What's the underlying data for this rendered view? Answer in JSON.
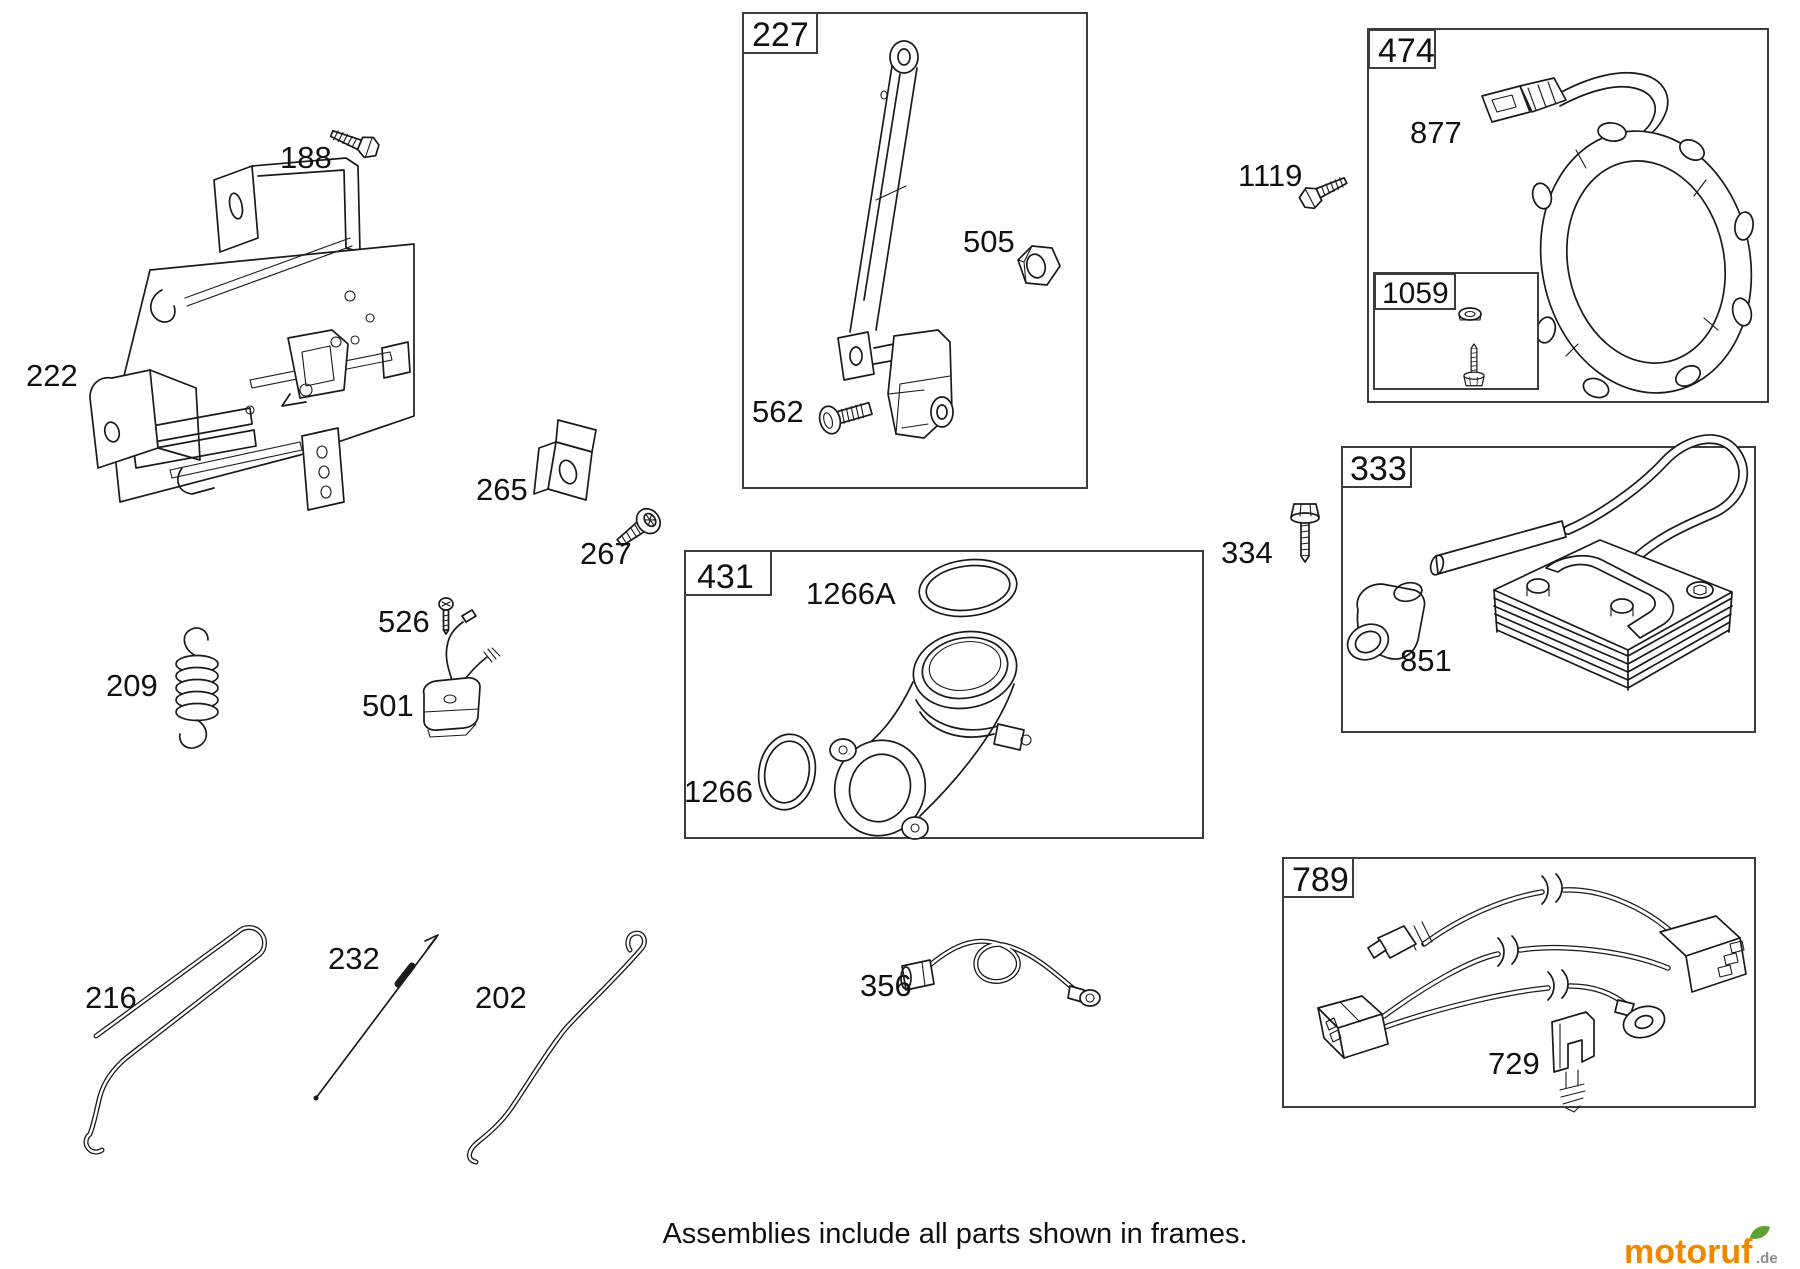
{
  "page": {
    "footer_note": "Assemblies include all parts shown in frames.",
    "background": "#ffffff"
  },
  "logo": {
    "brand": "motoruf",
    "tld": ".de",
    "brand_color": "#ef8800",
    "tld_color": "#8d8d8d",
    "leaf_color": "#5fa132"
  },
  "diagram": {
    "line_color": "#1a1a1a",
    "frame_color": "#3c3c3c"
  },
  "frames": [
    {
      "label": "227"
    },
    {
      "label": "474"
    },
    {
      "label": "1059"
    },
    {
      "label": "431"
    },
    {
      "label": "333"
    },
    {
      "label": "789"
    }
  ],
  "parts": [
    {
      "label": "188"
    },
    {
      "label": "222"
    },
    {
      "label": "209"
    },
    {
      "label": "526"
    },
    {
      "label": "501"
    },
    {
      "label": "265"
    },
    {
      "label": "267"
    },
    {
      "label": "562"
    },
    {
      "label": "505"
    },
    {
      "label": "1266A"
    },
    {
      "label": "1266"
    },
    {
      "label": "1119"
    },
    {
      "label": "877"
    },
    {
      "label": "334"
    },
    {
      "label": "851"
    },
    {
      "label": "216"
    },
    {
      "label": "232"
    },
    {
      "label": "202"
    },
    {
      "label": "356"
    },
    {
      "label": "729"
    }
  ]
}
